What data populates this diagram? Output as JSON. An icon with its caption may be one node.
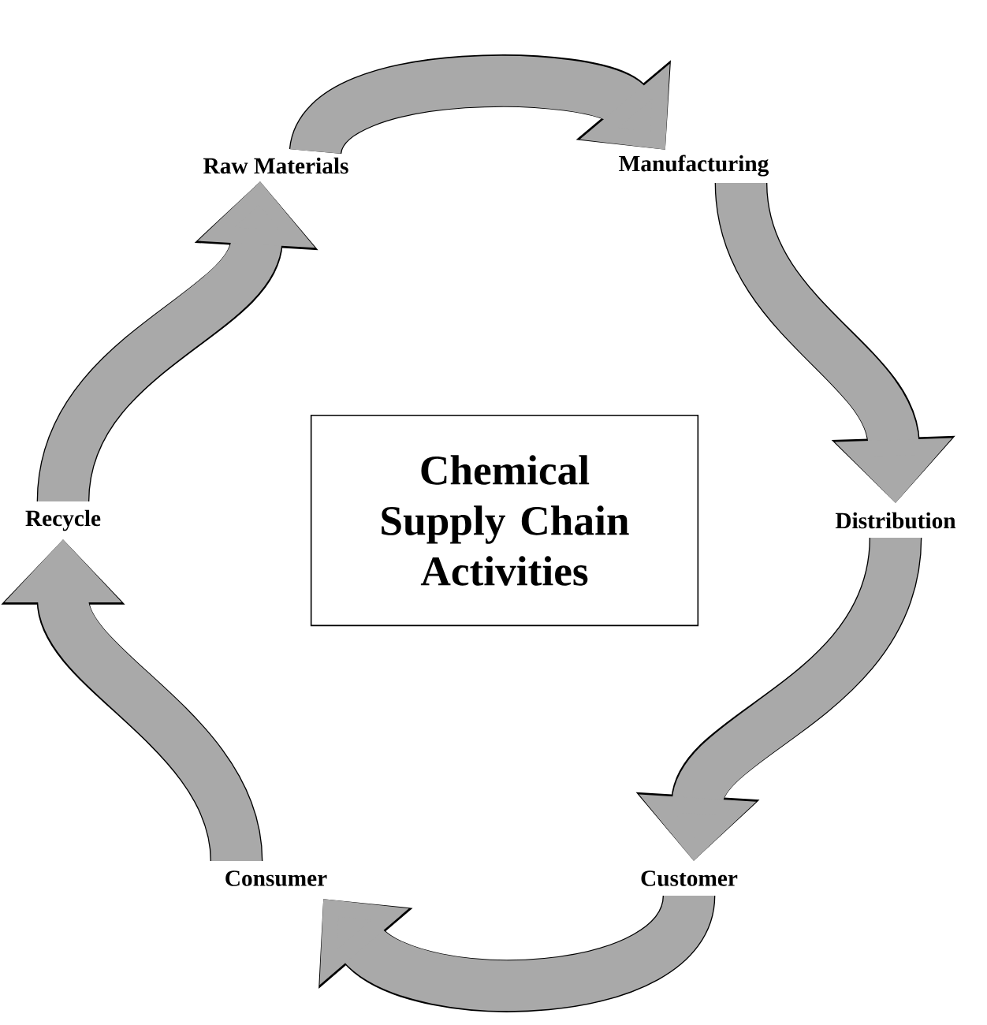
{
  "diagram": {
    "nodes": [
      {
        "text": [
          "Chemical Supply Chain Activities"
        ]
      },
      {
        "text": [
          "Raw Materials"
        ]
      },
      {
        "text": [
          "Manufacturing"
        ]
      },
      {
        "text": [
          "Distribution"
        ]
      },
      {
        "text": [
          "Customer"
        ]
      },
      {
        "text": [
          "Consumer"
        ]
      },
      {
        "text": [
          "Recycle"
        ]
      }
    ],
    "edges": [
      {
        "from": 1,
        "to": 2,
        "arrow": "to"
      },
      {
        "from": 2,
        "to": 3,
        "arrow": "to"
      },
      {
        "from": 3,
        "to": 4,
        "arrow": "to"
      },
      {
        "from": 4,
        "to": 5,
        "arrow": "to"
      },
      {
        "from": 5,
        "to": 6,
        "arrow": "to"
      },
      {
        "from": 6,
        "to": 1,
        "arrow": "to"
      }
    ]
  }
}
